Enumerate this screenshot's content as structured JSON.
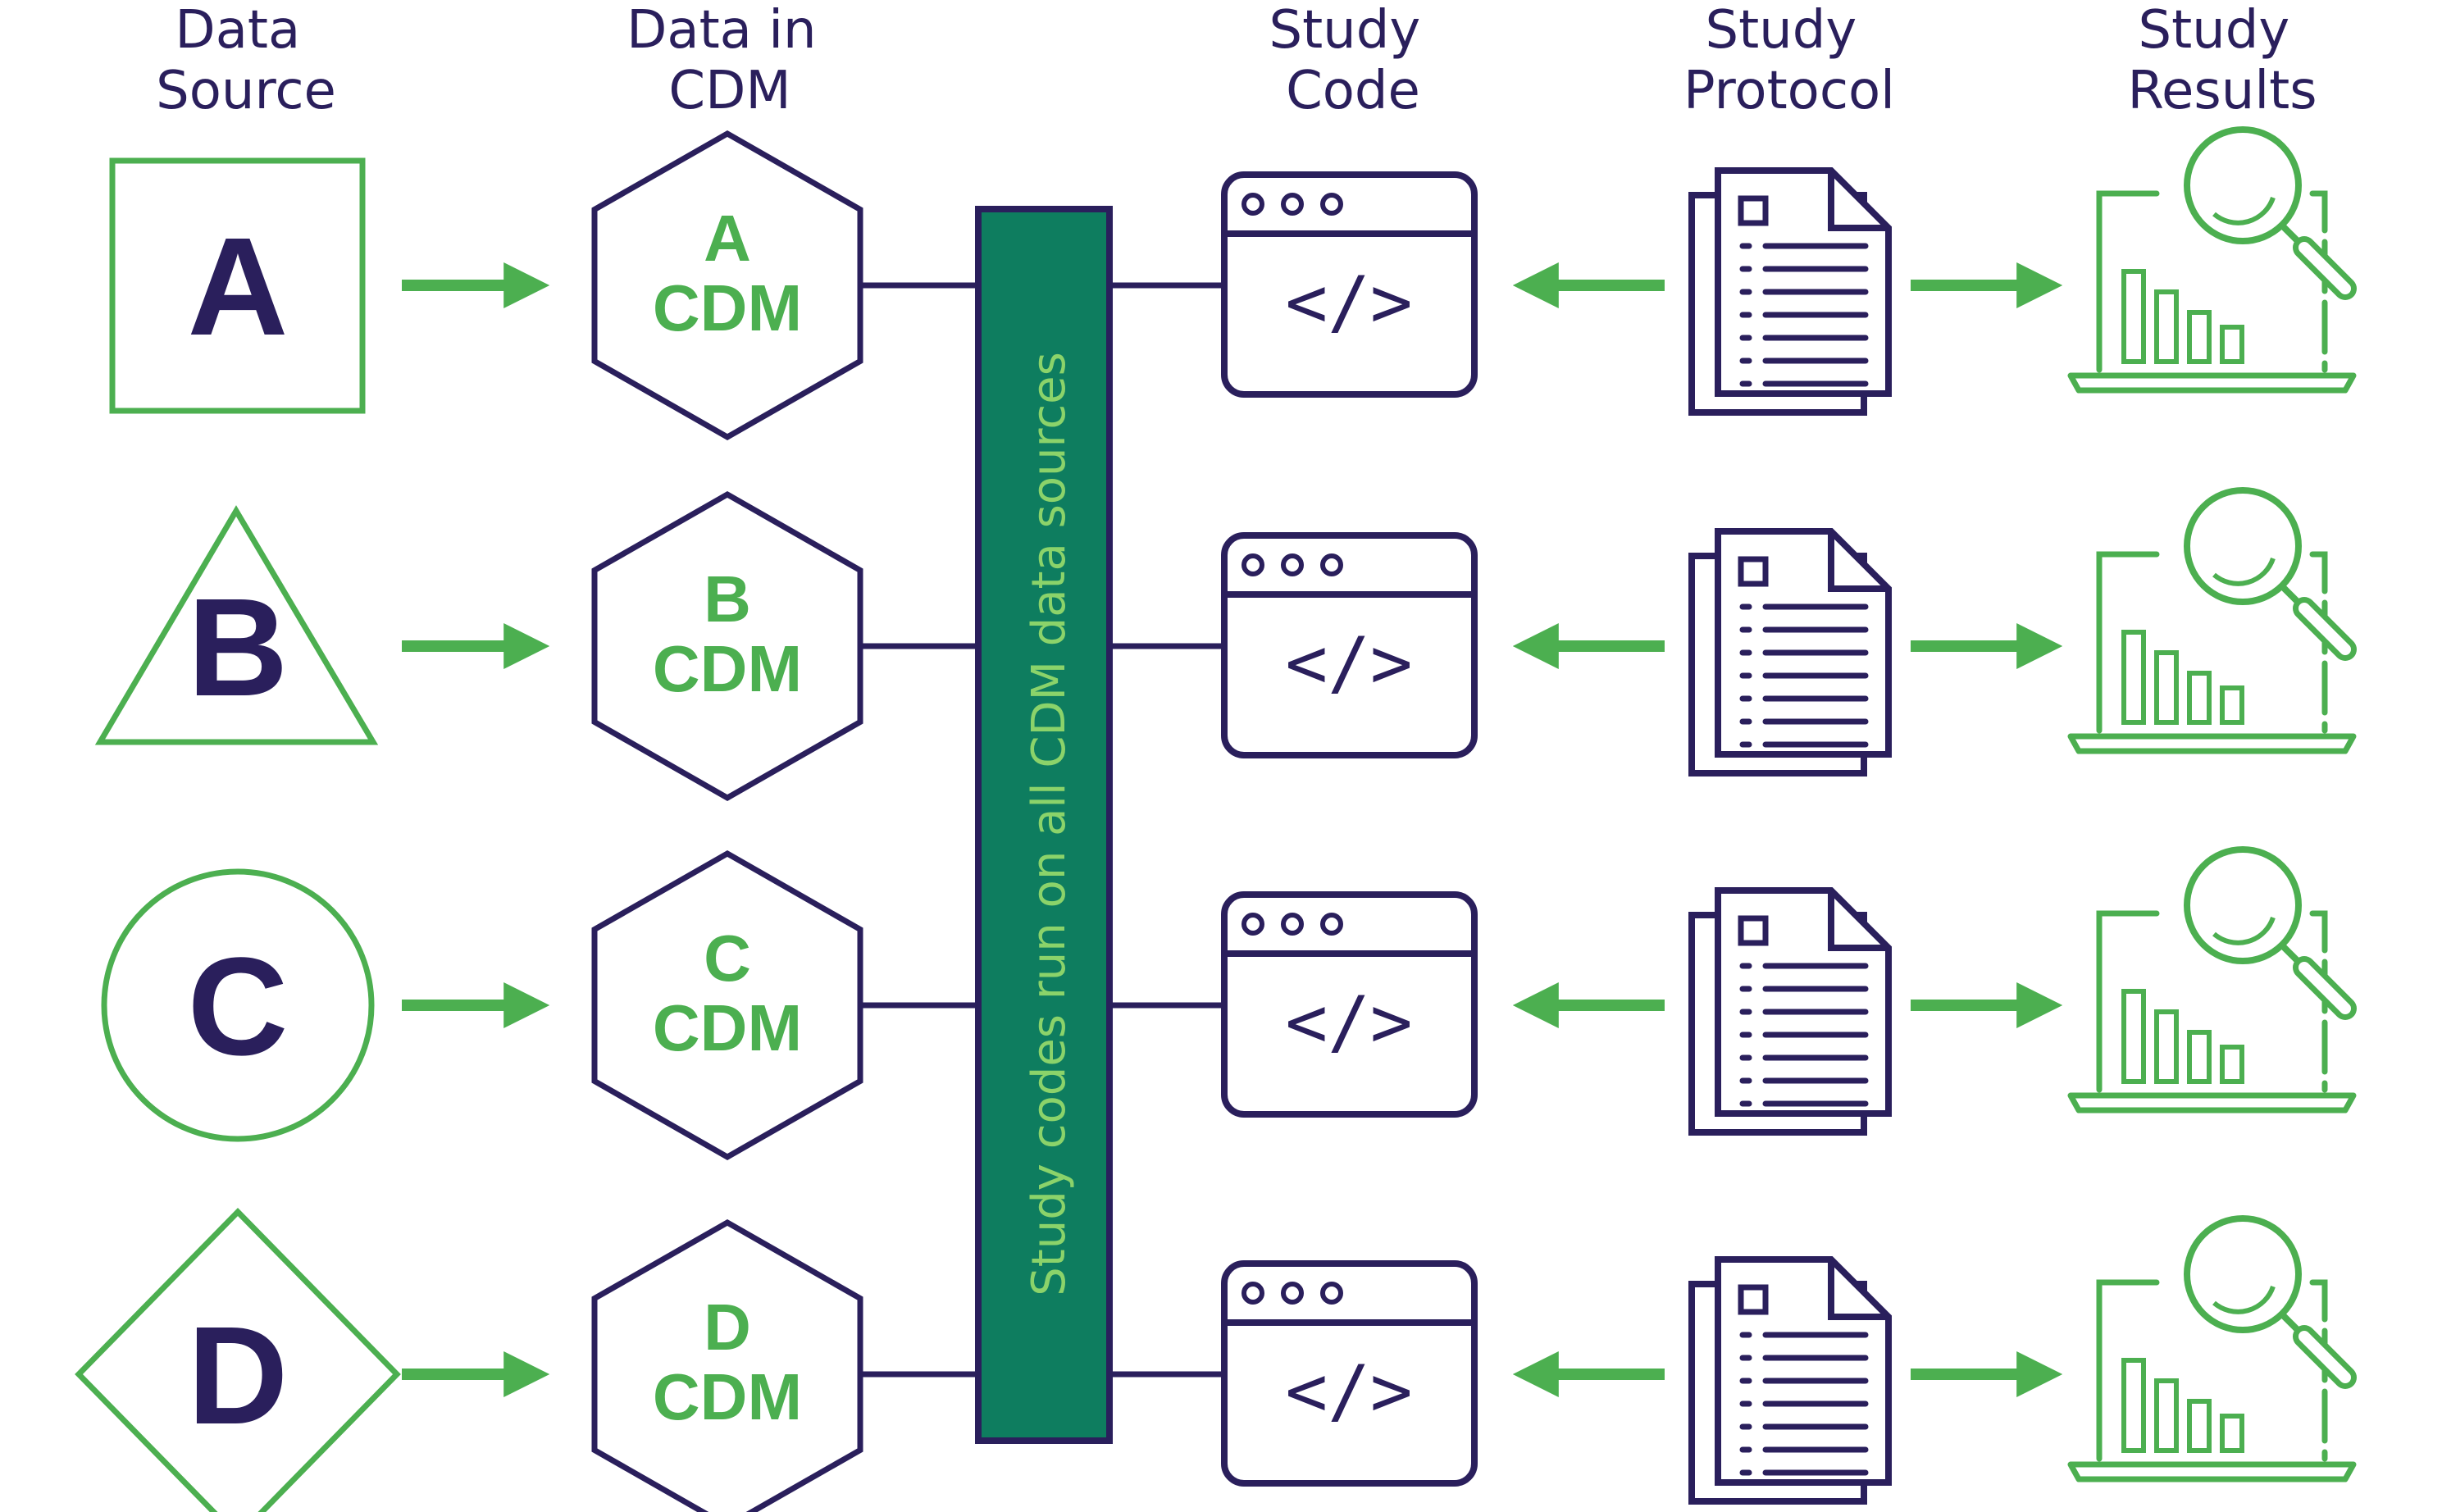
{
  "headers": {
    "data_source": [
      "Data",
      "Source"
    ],
    "data_in_cdm": [
      "Data in",
      "CDM"
    ],
    "study_code": [
      "Study",
      "Code"
    ],
    "study_protocol": [
      "Study",
      "Protocol"
    ],
    "study_results": [
      "Study",
      "Results"
    ]
  },
  "sources": [
    {
      "letter": "A",
      "shape": "square",
      "cdm_label": [
        "A",
        "CDM"
      ]
    },
    {
      "letter": "B",
      "shape": "triangle",
      "cdm_label": [
        "B",
        "CDM"
      ]
    },
    {
      "letter": "C",
      "shape": "circle",
      "cdm_label": [
        "C",
        "CDM"
      ]
    },
    {
      "letter": "D",
      "shape": "diamond",
      "cdm_label": [
        "D",
        "CDM"
      ]
    }
  ],
  "bar_text": "Study codes run on all CDM data sources",
  "code_glyph": "</>",
  "icons": {
    "study_code": "code-window-icon",
    "study_protocol": "document-stack-icon",
    "study_results": "laptop-analytics-icon"
  },
  "colors": {
    "navy": "#2a1f5c",
    "green": "#4caf50",
    "bar_fill": "#0e7d5f",
    "bar_text": "#8bd36a"
  }
}
